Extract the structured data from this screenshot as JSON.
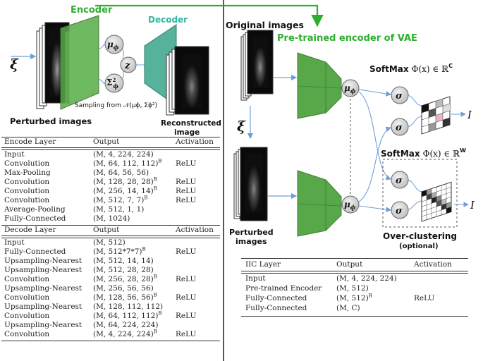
{
  "diagram": {
    "encoder_label": "Encoder",
    "decoder_label": "Decoder",
    "xi_symbol": "ξ",
    "mu_symbol": "μ",
    "mu_sub": "ϕ",
    "sigma_symbol": "Σ",
    "sigma_sub": "ϕ",
    "sigma_sup": "2",
    "z_symbol": "z",
    "sampling_text": "Sampling from 𝒩(μ",
    "sampling_text_full": "Sampling from 𝒩(μϕ, Σϕ²)",
    "perturbed_images_left": "Perturbed images",
    "reconstructed_line1": "Reconstructed",
    "reconstructed_line2": "image",
    "original_images": "Original images",
    "pretrained_encoder": "Pre-trained encoder of VAE",
    "perturbed_line1": "Perturbed",
    "perturbed_line2": "images",
    "softmax_c_label": "SoftMax",
    "softmax_c_math": "Φ(x) ∈ ℝ",
    "softmax_c_sup": "C",
    "softmax_w_label": "SoftMax",
    "softmax_w_math": "Φ(x) ∈ ℝ",
    "softmax_w_sup": "W",
    "sigma_small": "σ",
    "output_i": "I",
    "overclustering_line1": "Over-clustering",
    "overclustering_line2": "(optional)"
  },
  "encode_table": {
    "headers": [
      "Encode Layer",
      "Output",
      "Activation"
    ],
    "rows": [
      {
        "layer": "Input",
        "output": "(M, 4, 224, 224)",
        "sup": "",
        "act": ""
      },
      {
        "layer": "Convolution",
        "output": "(M, 64, 112, 112)",
        "sup": "B",
        "act": "ReLU"
      },
      {
        "layer": "Max-Pooling",
        "output": "(M, 64, 56, 56)",
        "sup": "",
        "act": ""
      },
      {
        "layer": "Convolution",
        "output": "(M, 128, 28, 28)",
        "sup": "B",
        "act": "ReLU"
      },
      {
        "layer": "Convolution",
        "output": "(M, 256, 14, 14)",
        "sup": "B",
        "act": "ReLU"
      },
      {
        "layer": "Convolution",
        "output": "(M, 512, 7, 7)",
        "sup": "B",
        "act": "ReLU"
      },
      {
        "layer": "Average-Pooling",
        "output": "(M, 512, 1, 1)",
        "sup": "",
        "act": ""
      },
      {
        "layer": "Fully-Connected",
        "output": "(M, 1024)",
        "sup": "",
        "act": ""
      }
    ]
  },
  "decode_table": {
    "headers": [
      "Decode Layer",
      "Output",
      "Activation"
    ],
    "rows": [
      {
        "layer": "Input",
        "output": "(M, 512)",
        "sup": "",
        "act": ""
      },
      {
        "layer": "Fully-Connected",
        "output": "(M, 512*7*7)",
        "sup": "B",
        "act": "ReLU"
      },
      {
        "layer": "Upsampling-Nearest",
        "output": "(M, 512, 14, 14)",
        "sup": "",
        "act": ""
      },
      {
        "layer": "Upsampling-Nearest",
        "output": "(M, 512, 28, 28)",
        "sup": "",
        "act": ""
      },
      {
        "layer": "Convolution",
        "output": "(M, 256, 28, 28)",
        "sup": "B",
        "act": "ReLU"
      },
      {
        "layer": "Upsampling-Nearest",
        "output": "(M, 256, 56, 56)",
        "sup": "",
        "act": ""
      },
      {
        "layer": "Convolution",
        "output": "(M, 128, 56, 56)",
        "sup": "B",
        "act": "ReLU"
      },
      {
        "layer": "Upsampling-Nearest",
        "output": "(M, 128, 112, 112)",
        "sup": "",
        "act": ""
      },
      {
        "layer": "Convolution",
        "output": "(M, 64, 112, 112)",
        "sup": "B",
        "act": "ReLU"
      },
      {
        "layer": "Upsampling-Nearest",
        "output": "(M, 64, 224, 224)",
        "sup": "",
        "act": ""
      },
      {
        "layer": "Convolution",
        "output": "(M, 4, 224, 224)",
        "sup": "B",
        "act": "ReLU"
      }
    ]
  },
  "iic_table": {
    "headers": [
      "IIC Layer",
      "Output",
      "Activation"
    ],
    "rows": [
      {
        "layer": "Input",
        "output": "(M, 4, 224, 224)",
        "sup": "",
        "act": ""
      },
      {
        "layer": "Pre-trained Encoder",
        "output": "(M, 512)",
        "sup": "",
        "act": ""
      },
      {
        "layer": "Fully-Connected",
        "output": "(M, 512)",
        "sup": "B",
        "act": "ReLU"
      },
      {
        "layer": "Fully-Connected",
        "output": "(M, C)",
        "sup": "",
        "act": ""
      }
    ]
  },
  "colors": {
    "encoder_green": "#58a84a",
    "encoder_green_dark": "#3f7f35",
    "decoder_teal": "#3aa58a",
    "title_green": "#2eae2e",
    "decoder_label": "#2fb6a2",
    "arrow_blue": "#6f9fd8",
    "node_gray": "#d9d9d9"
  }
}
